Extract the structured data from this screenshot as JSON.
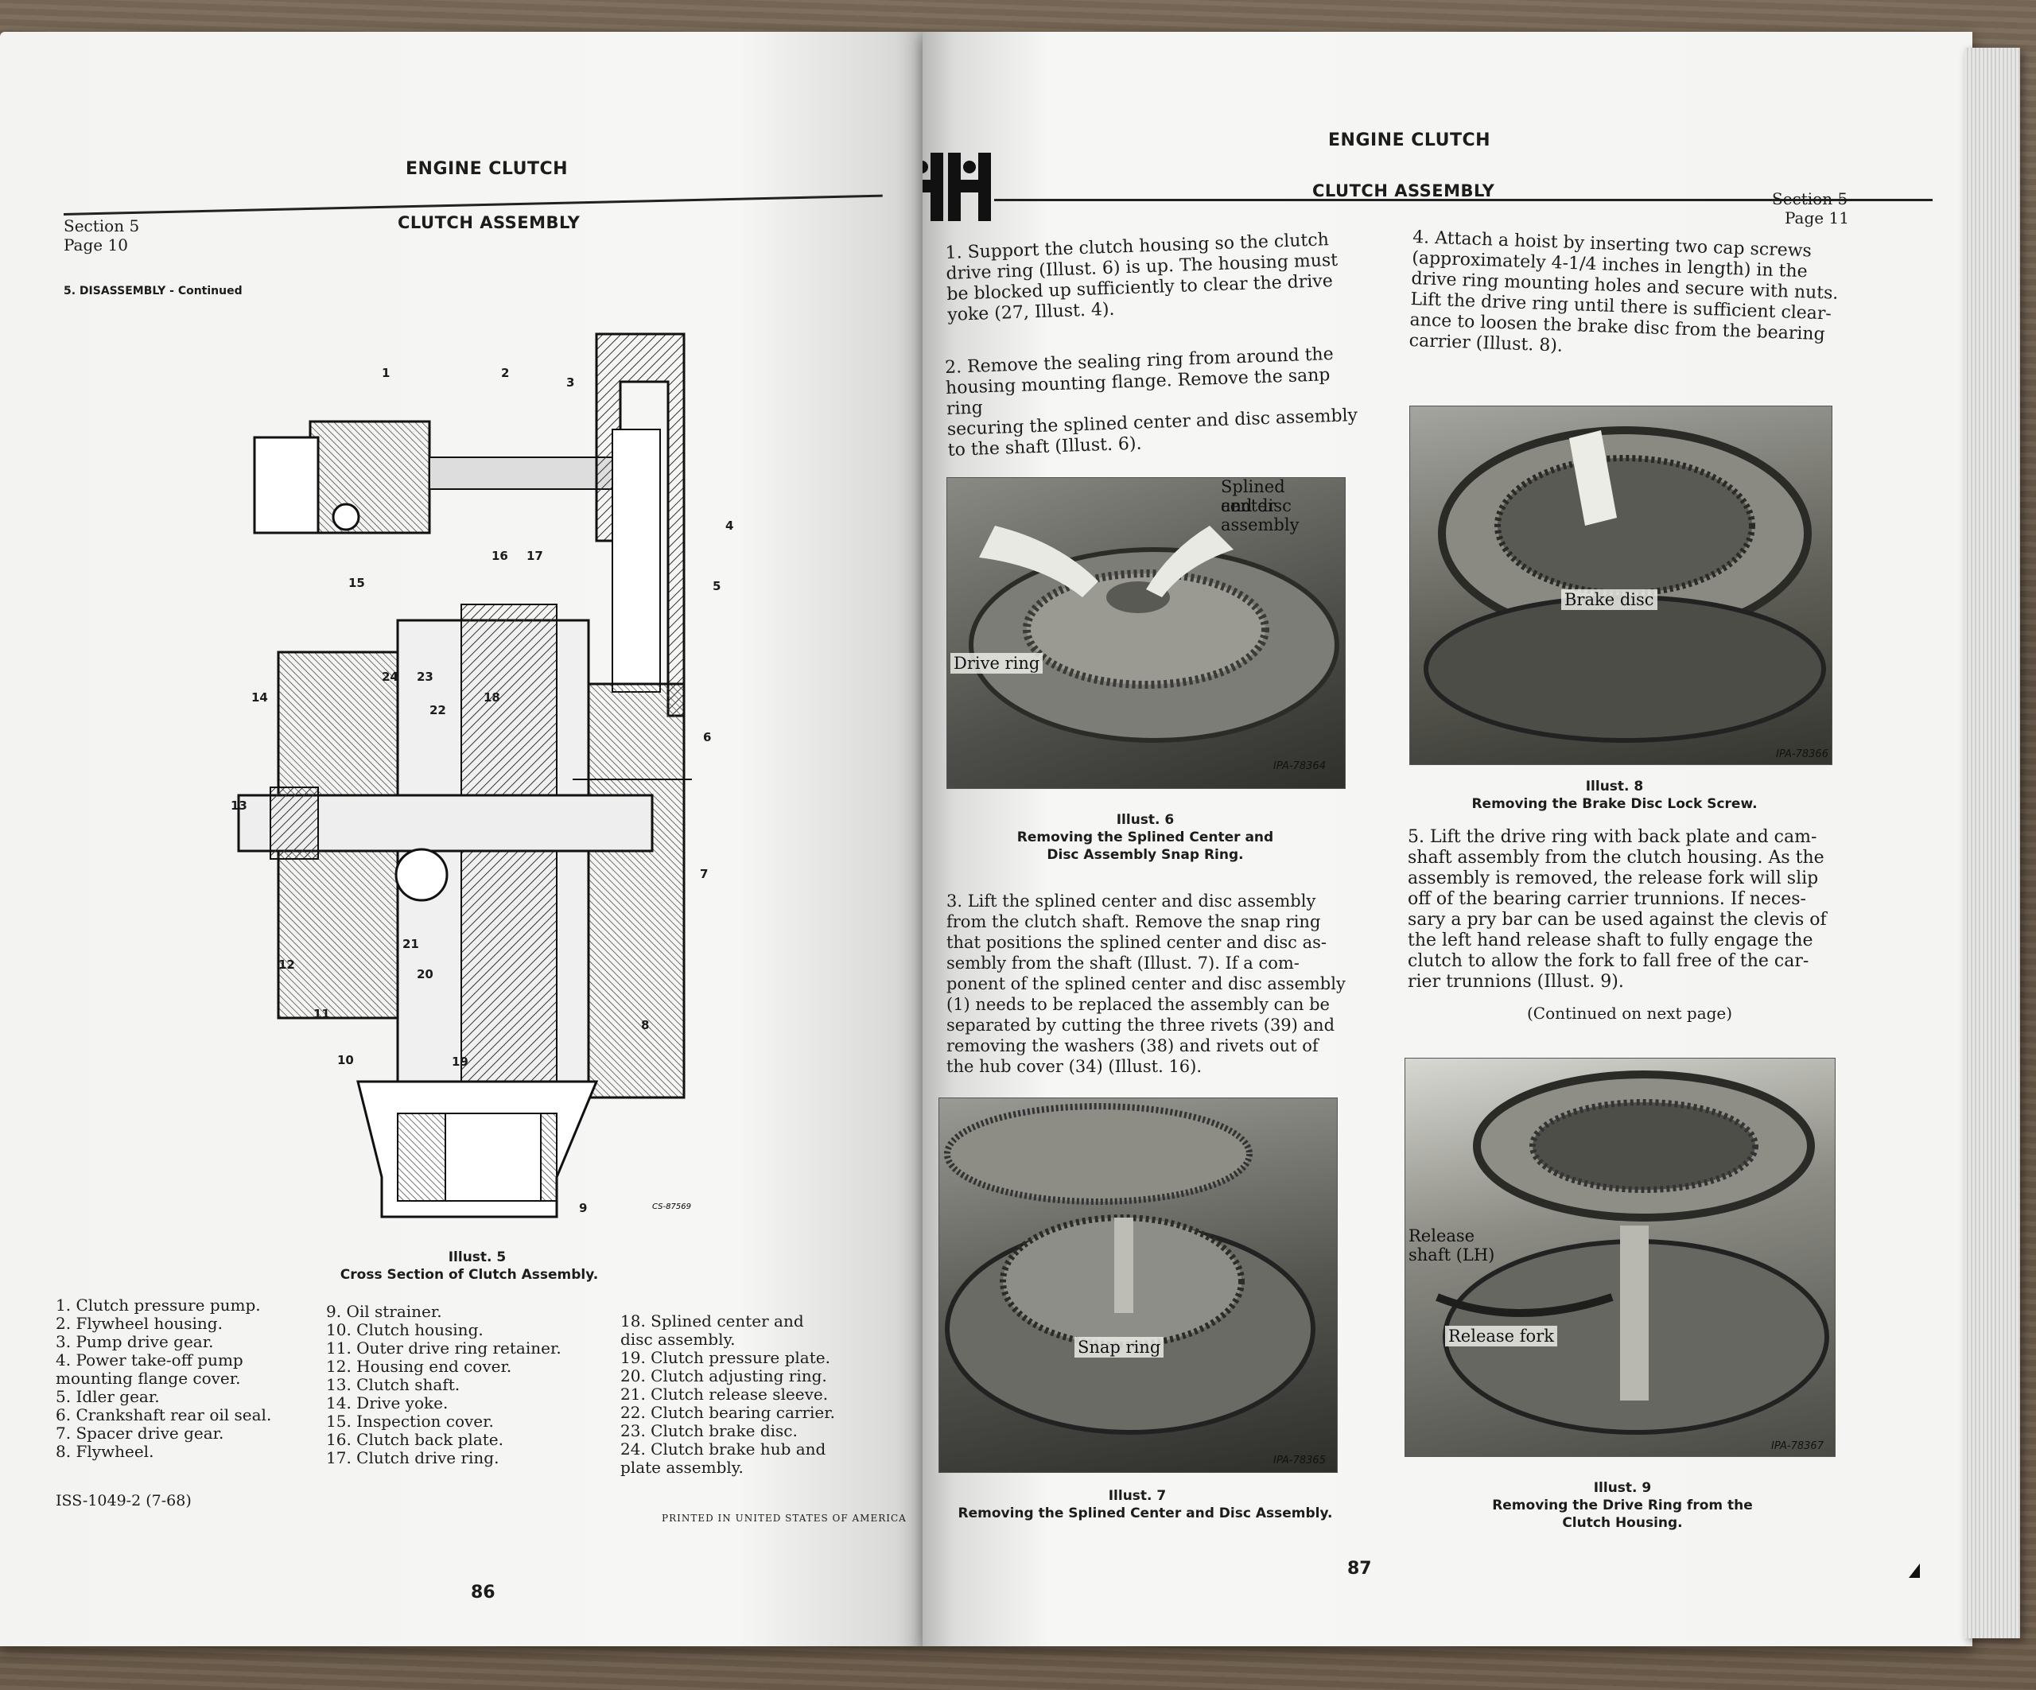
{
  "left_page": {
    "running_title": "ENGINE CLUTCH",
    "section": "Section 5",
    "page": "Page 10",
    "subtitle": "CLUTCH ASSEMBLY",
    "step_heading": "5. DISASSEMBLY - Continued",
    "figure_code": "CS-87569",
    "figure_number": "Illust. 5",
    "figure_caption": "Cross Section of Clutch Assembly.",
    "callouts": [
      "1",
      "2",
      "3",
      "4",
      "5",
      "6",
      "7",
      "8",
      "9",
      "10",
      "11",
      "12",
      "13",
      "14",
      "15",
      "16",
      "17",
      "18",
      "19",
      "20",
      "21",
      "22",
      "23",
      "24"
    ],
    "legend_col1": [
      "1.  Clutch pressure pump.",
      "2.  Flywheel housing.",
      "3.  Pump drive gear.",
      "4.  Power take-off pump",
      "      mounting flange cover.",
      "5.  Idler gear.",
      "6.  Crankshaft rear oil seal.",
      "7.  Spacer drive gear.",
      "8.  Flywheel."
    ],
    "legend_col2": [
      "9.  Oil strainer.",
      "10.  Clutch housing.",
      "11.  Outer drive ring retainer.",
      "12.  Housing end cover.",
      "13.  Clutch shaft.",
      "14.  Drive yoke.",
      "15.  Inspection cover.",
      "16.  Clutch back plate.",
      "17.  Clutch drive ring."
    ],
    "legend_col3": [
      "18.  Splined center and",
      "        disc assembly.",
      "19.  Clutch pressure plate.",
      "20.  Clutch adjusting ring.",
      "21.  Clutch release sleeve.",
      "22.  Clutch bearing carrier.",
      "23.  Clutch brake disc.",
      "24.  Clutch brake hub and",
      "        plate assembly."
    ],
    "form_number": "ISS-1049-2  (7-68)",
    "printed": "PRINTED IN UNITED STATES OF AMERICA",
    "folio": "86"
  },
  "right_page": {
    "running_title": "ENGINE CLUTCH",
    "section": "Section 5",
    "page": "Page 11",
    "subtitle": "CLUTCH ASSEMBLY",
    "para1": [
      "1. Support the clutch housing so the clutch",
      "drive ring (Illust. 6) is up.  The housing must",
      "be blocked up sufficiently to clear the drive",
      "yoke (27, Illust. 4)."
    ],
    "para2": [
      "2. Remove the sealing ring from around the",
      "housing mounting flange. Remove the sanp ring",
      "securing the splined center and disc assembly",
      "to the shaft (Illust. 6)."
    ],
    "illust6": {
      "label_a": "Splined center",
      "label_b": "and disc assembly",
      "label_c": "Drive ring",
      "code": "IPA-78364",
      "number": "Illust. 6",
      "caption_a": "Removing the Splined Center and",
      "caption_b": "Disc Assembly Snap Ring."
    },
    "para3": [
      "3. Lift the splined center and disc assembly",
      "from the clutch shaft. Remove the snap ring",
      "that positions the splined center and disc as-",
      "sembly from the shaft (Illust. 7). If a com-",
      "ponent of the splined center and disc assembly",
      "(1) needs to be replaced the assembly can be",
      "separated by cutting the three rivets (39) and",
      "removing the washers (38) and rivets out of",
      "the hub cover (34) (Illust. 16)."
    ],
    "illust7": {
      "label_a": "Snap ring",
      "code": "IPA-78365",
      "number": "Illust. 7",
      "caption_a": "Removing the Splined Center and Disc Assembly."
    },
    "para4": [
      "4. Attach a hoist by inserting two cap screws",
      "(approximately 4-1/4 inches in length) in the",
      "drive ring mounting holes and secure with nuts.",
      "Lift the drive ring until there is sufficient clear-",
      "ance to loosen the brake disc from the bearing",
      "carrier (Illust. 8)."
    ],
    "illust8": {
      "label_a": "Brake disc",
      "code": "IPA-78366",
      "number": "Illust. 8",
      "caption_a": "Removing the Brake Disc Lock Screw."
    },
    "para5": [
      "5. Lift the drive ring with back plate and cam-",
      "shaft assembly from the clutch housing. As the",
      "assembly is removed, the release fork will slip",
      "off of the bearing carrier trunnions. If neces-",
      "sary a pry bar can be used against the clevis of",
      "the left hand release shaft to fully engage the",
      "clutch to allow the fork to fall free of the car-",
      "rier trunnions (Illust. 9)."
    ],
    "continued": "(Continued on next page)",
    "illust9": {
      "label_a": "Release",
      "label_b": "shaft (LH)",
      "label_c": "Release fork",
      "code": "IPA-78367",
      "number": "Illust. 9",
      "caption_a": "Removing the Drive Ring from the",
      "caption_b": "Clutch Housing."
    },
    "folio": "87"
  },
  "logo_letters": "IH"
}
